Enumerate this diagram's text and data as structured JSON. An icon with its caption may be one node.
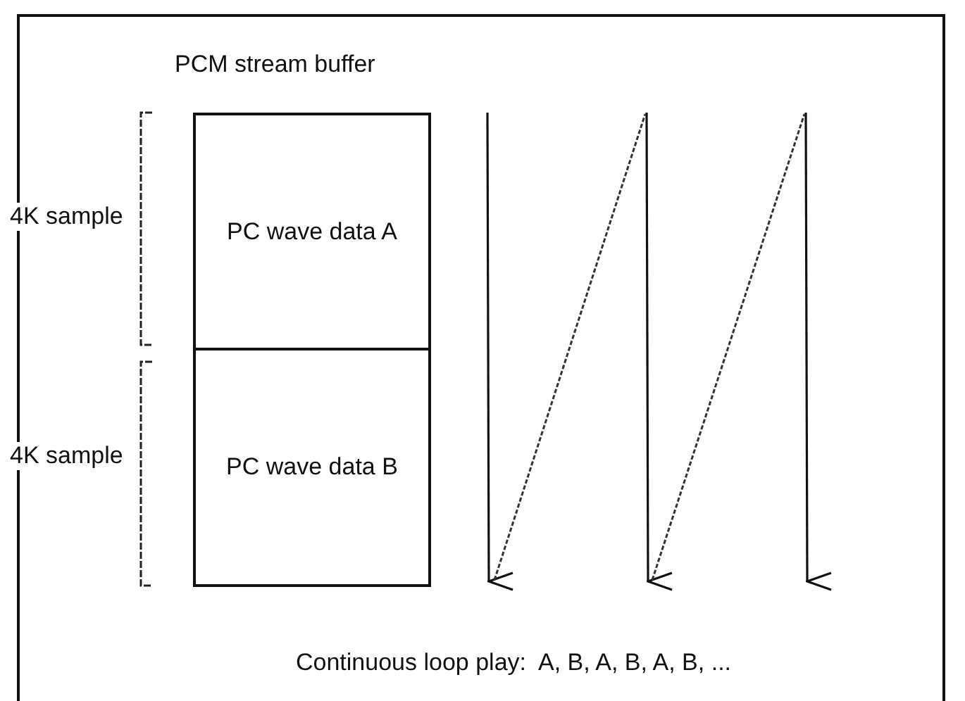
{
  "diagram": {
    "nodes": [
      {
        "text": [
          "PC wave data A"
        ]
      },
      {
        "text": [
          "PC wave data B"
        ]
      }
    ],
    "labels": [
      "PCM stream buffer",
      "4K sample",
      "4K sample",
      "Continuous loop play:  A, B, A, B, A, B, ..."
    ]
  }
}
